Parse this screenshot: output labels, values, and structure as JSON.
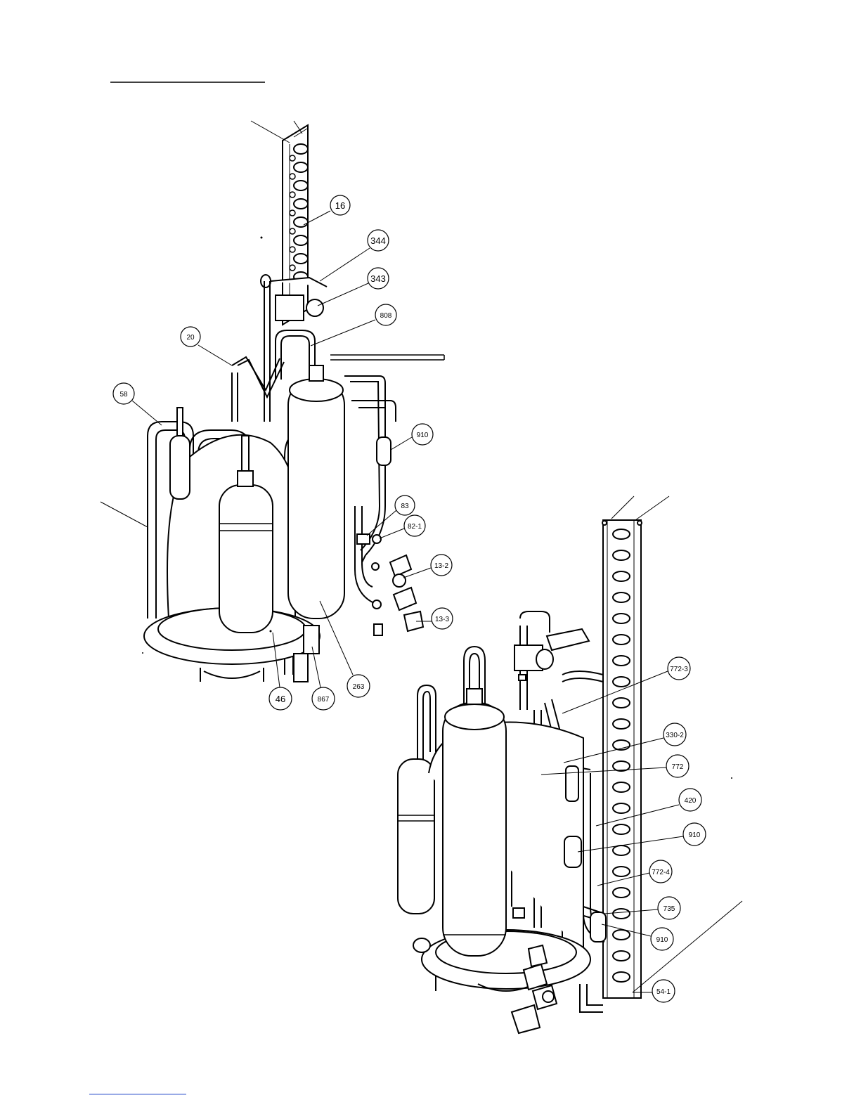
{
  "callouts": {
    "upper": [
      "16",
      "344",
      "343",
      "808",
      "20",
      "58",
      "910",
      "83",
      "82-1",
      "13-2",
      "13-3",
      "46",
      "867",
      "263"
    ],
    "lower": [
      "772-3",
      "330-2",
      "772",
      "420",
      "910",
      "772-4",
      "735",
      "910",
      "54-1"
    ]
  }
}
